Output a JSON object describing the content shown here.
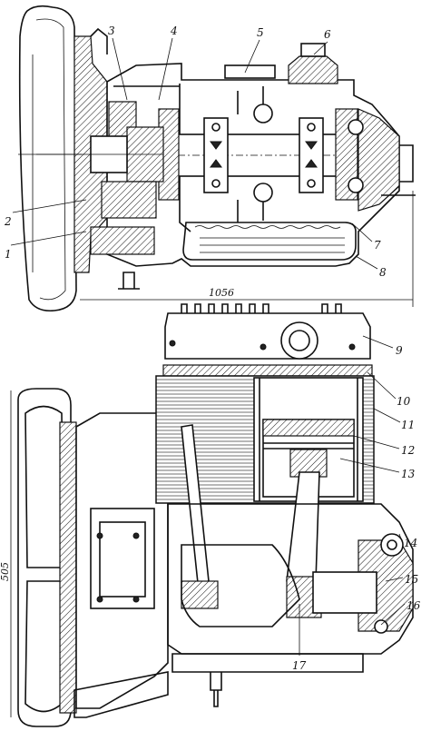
{
  "part_labels": [
    "1",
    "2",
    "3",
    "4",
    "5",
    "6",
    "7",
    "8",
    "9",
    "10",
    "11",
    "12",
    "13",
    "14",
    "15",
    "16",
    "17"
  ],
  "dimensions": {
    "length": "1056",
    "height": "505"
  }
}
